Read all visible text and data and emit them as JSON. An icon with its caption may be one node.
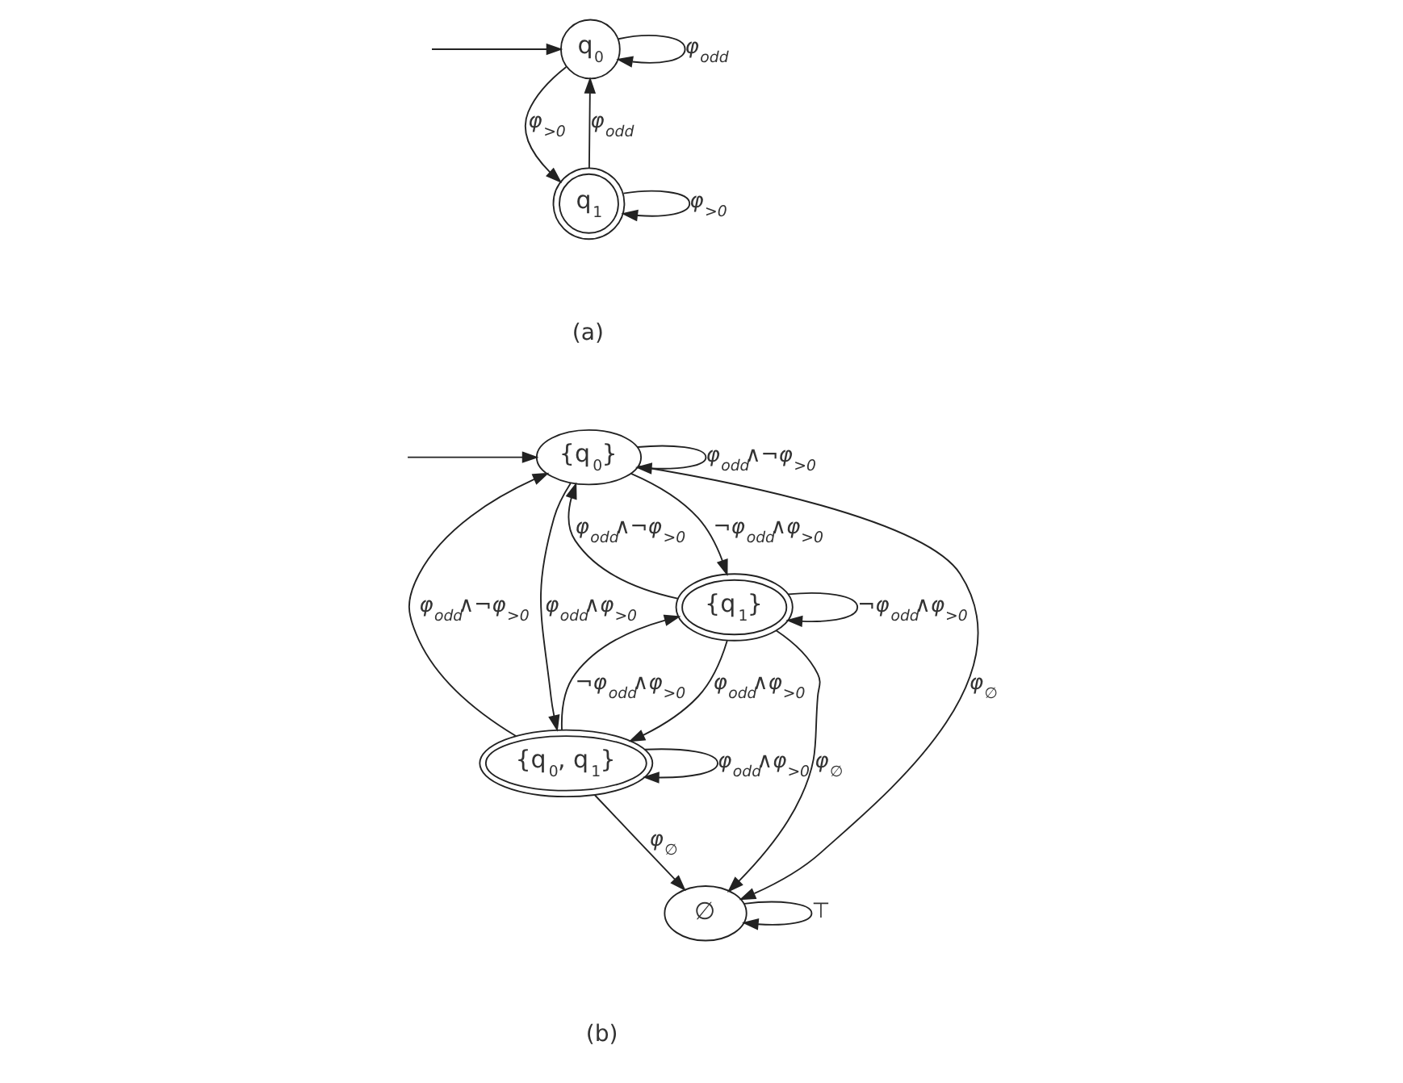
{
  "diagram": {
    "nodes": [
      {
        "text": [
          "q$_{0}$"
        ]
      },
      {
        "text": [
          "q$_{1}$"
        ]
      },
      {
        "text": [
          "{q$_{0}$}"
        ]
      },
      {
        "text": [
          "{q$_{1}$}"
        ]
      },
      {
        "text": [
          "{q$_{0}$, q$_{1}$}"
        ]
      },
      {
        "text": [
          "∅"
        ]
      }
    ],
    "edges": [
      {
        "from": null,
        "to": 0,
        "arrow": "to"
      },
      {
        "from": 0,
        "to": 0,
        "arrow": "to",
        "label": "φ$_{odd}$"
      },
      {
        "from": 0,
        "to": 1,
        "arrow": "to",
        "label": "φ$_{>0}$"
      },
      {
        "from": 1,
        "to": 1,
        "arrow": "to",
        "label": "φ$_{>0}$"
      },
      {
        "from": 1,
        "to": 0,
        "arrow": "to",
        "label": "φ$_{odd}$"
      },
      {
        "from": null,
        "to": 2,
        "arrow": "to"
      },
      {
        "from": 2,
        "to": 2,
        "arrow": "to",
        "label": "φ$_{odd}$∧¬φ$_{>0}$"
      },
      {
        "from": 2,
        "to": 5,
        "arrow": "to",
        "label": "φ$_{∅}$"
      },
      {
        "from": 2,
        "to": 3,
        "arrow": "to",
        "label": "¬φ$_{odd}$∧φ$_{>0}$"
      },
      {
        "from": 3,
        "to": 2,
        "arrow": "to",
        "label": "φ$_{odd}$∧¬φ$_{>0}$"
      },
      {
        "from": 3,
        "to": 3,
        "arrow": "to",
        "label": "¬φ$_{odd}$∧φ$_{>0}$"
      },
      {
        "from": 3,
        "to": 5,
        "arrow": "to",
        "label": "φ$_{∅}$"
      },
      {
        "from": 2,
        "to": 4,
        "arrow": "to",
        "label": "φ$_{odd}$∧φ$_{>0}$"
      },
      {
        "from": 4,
        "to": 2,
        "arrow": "to",
        "label": "φ$_{odd}$∧¬φ$_{>0}$"
      },
      {
        "from": 3,
        "to": 4,
        "arrow": "to",
        "label": "φ$_{odd}$∧φ$_{>0}$"
      },
      {
        "from": 4,
        "to": 3,
        "arrow": "to",
        "label": "¬φ$_{odd}$∧φ$_{>0}$"
      },
      {
        "from": 4,
        "to": 5,
        "arrow": "to",
        "label": "φ$_{∅}$"
      },
      {
        "from": 4,
        "to": 4,
        "arrow": "to",
        "label": "φ$_{odd}$∧φ$_{>0}$"
      },
      {
        "from": 5,
        "to": 5,
        "arrow": "to",
        "label": "⊤"
      }
    ],
    "labels": [
      "(a)",
      "(b)"
    ]
  }
}
